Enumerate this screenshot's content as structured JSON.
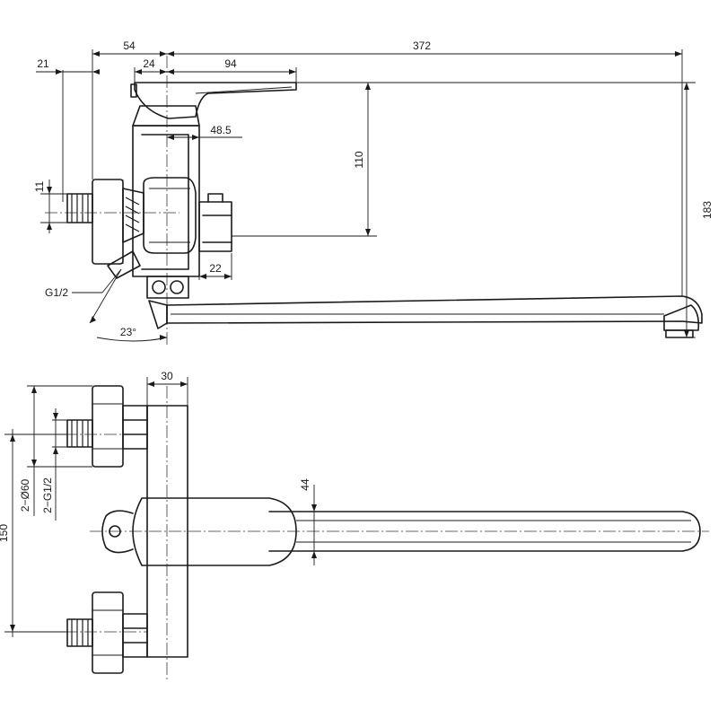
{
  "dimensions": {
    "d_54": "54",
    "d_372": "372",
    "d_21": "21",
    "d_24": "24",
    "d_94": "94",
    "d_48_5": "48.5",
    "d_110": "110",
    "d_183": "183",
    "d_11": "11",
    "d_22": "22",
    "d_g12": "G1/2",
    "d_23": "23°",
    "d_30": "30",
    "d_44": "44",
    "d_150": "150",
    "d_2phi60": "2−Ø60",
    "d_2g12": "2−G1/2"
  }
}
